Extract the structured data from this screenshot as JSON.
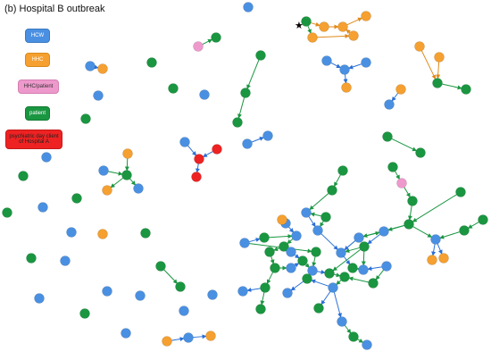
{
  "title": "(b) Hospital B outbreak",
  "legend": [
    {
      "key": "hcw",
      "label": "HCW",
      "color": "#4a90e2"
    },
    {
      "key": "hhc",
      "label": "HHC",
      "color": "#f5a030"
    },
    {
      "key": "hhc_patient",
      "label": "HHC/patient",
      "color": "#ee99cc"
    },
    {
      "key": "patient",
      "label": "patient",
      "color": "#1a9641"
    },
    {
      "key": "psych",
      "label": "psychiatric day client of Hospital A",
      "color": "#ee2222"
    }
  ],
  "colors": {
    "hcw": "#4a90e2",
    "hhc": "#f5a030",
    "hhc_patient": "#ee99cc",
    "patient": "#1a9641",
    "psych": "#ee2222",
    "edge_patient": "#1a9641",
    "edge_hcw": "#2a6fd6",
    "edge_hhc": "#e08a1a"
  },
  "index_marker": "★"
}
